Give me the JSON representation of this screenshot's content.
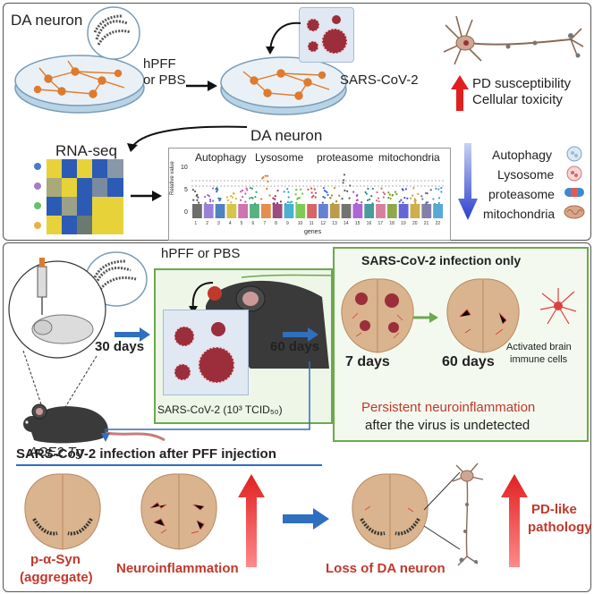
{
  "top": {
    "da_neuron_label": "DA neuron",
    "treatment_label_1": "hPFF",
    "treatment_label_2": "or PBS",
    "virus_label": "SARS-CoV-2",
    "outcome_1": "PD susceptibility",
    "outcome_2": "Cellular toxicity",
    "da_neuron_label_2": "DA neuron",
    "rnaseq_label": "RNA-seq",
    "plot_categories": [
      "Autophagy",
      "Lysosome",
      "proteasome",
      "mitochondria"
    ],
    "plot_ylabel": "Relative value",
    "plot_xlabel": "genes",
    "plot_yticks": [
      "10",
      "5",
      "0"
    ],
    "plot_xticks": [
      "1",
      "2",
      "3",
      "4",
      "5",
      "6",
      "7",
      "8",
      "9",
      "10",
      "11",
      "12",
      "13",
      "14",
      "15",
      "16",
      "17",
      "18",
      "19",
      "20",
      "21",
      "22"
    ],
    "legend": [
      "Autophagy",
      "Lysosome",
      "proteasome",
      "mitochondria"
    ]
  },
  "bottom": {
    "treatment_label": "hPFF or PBS",
    "days_30": "30 days",
    "days_60": "60 days",
    "mouse_label": "ACE2 Tg",
    "dose_label": "SARS-CoV-2 (10³ TCID₅₀)",
    "infection_only_title": "SARS-CoV-2 infection only",
    "days_7": "7 days",
    "days_60_b": "60 days",
    "immune_label_1": "Activated brain",
    "immune_label_2": "immune cells",
    "persistent_1": "Persistent neuroinflammation",
    "persistent_2": "after the virus is undetected",
    "after_pff_title": "SARS-CoV-2 infection after PFF injection",
    "pasyn_1": "p-α-Syn",
    "pasyn_2": "(aggregate)",
    "neuroinflammation": "Neuroinflammation",
    "loss": "Loss of DA neuron",
    "pd_like_1": "PD-like",
    "pd_like_2": "pathology"
  },
  "colors": {
    "red_text": "#c0392b",
    "green_border": "#6aaa4c",
    "blue_arrow": "#2f6fbf",
    "red_arrow": "#e02020",
    "neuron": "#e07a2c",
    "brain": "#d9b48f"
  }
}
